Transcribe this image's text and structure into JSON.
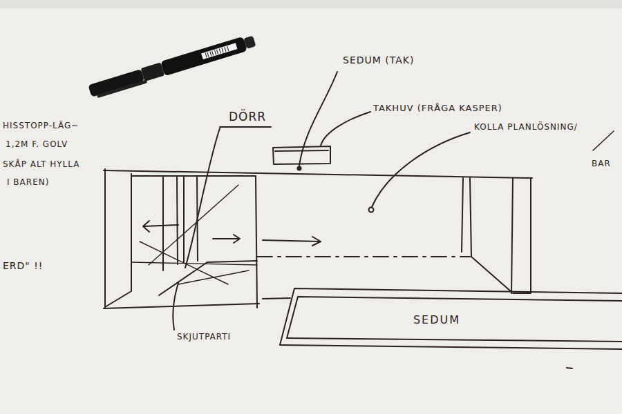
{
  "diagram": {
    "nodes": [
      {
        "text": [
          "SEDUM"
        ]
      }
    ],
    "labels": [
      "SEDUM (TAK)",
      "TAKHUV (FRÅGA KASPER)",
      "KOLLA PLANLÖSNING/",
      "BAR",
      "DÖRR",
      "HISSTOPP-LÄG~",
      "1,2M F. GOLV",
      "SKÅP ALT HYLLA",
      "I BAREN)",
      "ERD\" !!",
      "SKJUTPARTI"
    ]
  }
}
